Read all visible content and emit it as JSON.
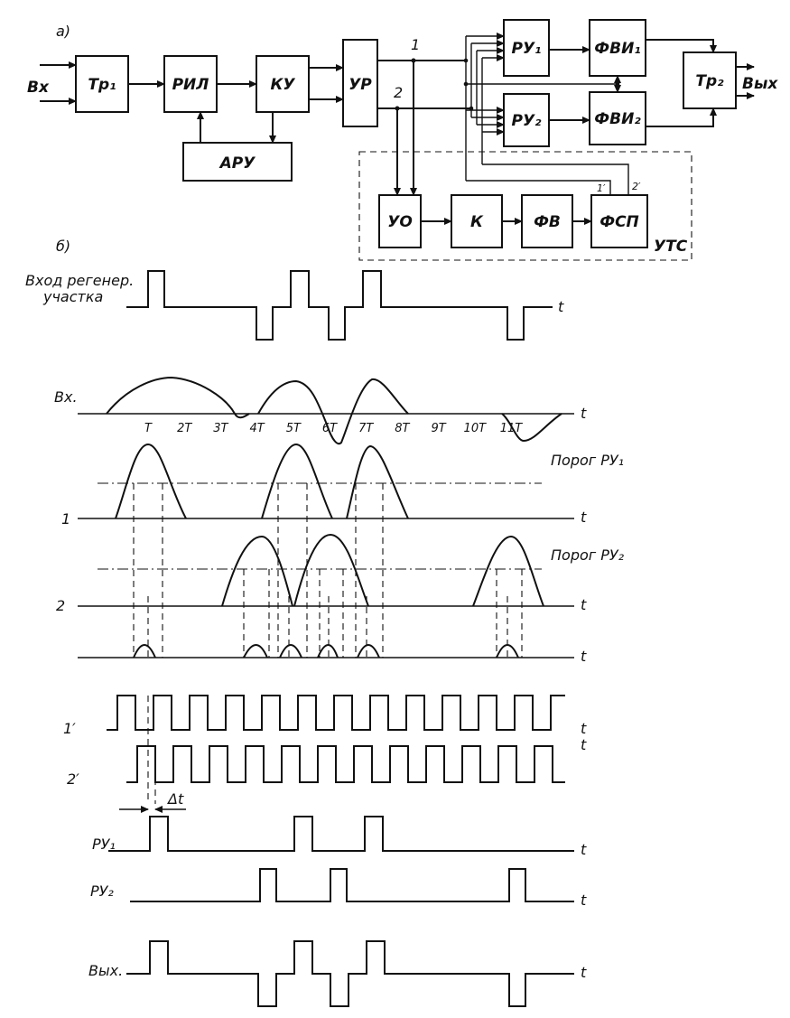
{
  "scheme": {
    "part_label": "а)",
    "input_label": "Вх",
    "output_label": "Вых",
    "blocks": {
      "tr1": "Тр₁",
      "ril": "РИЛ",
      "ku": "КУ",
      "aru": "АРУ",
      "ur": "УР",
      "ru1": "РУ₁",
      "ru2": "РУ₂",
      "fvi1": "ФВИ₁",
      "fvi2": "ФВИ₂",
      "tr2": "Тр₂",
      "uo": "УО",
      "k": "К",
      "fv": "ФВ",
      "fsp": "ФСП"
    },
    "uts_label": "УТС",
    "output_1": "1",
    "output_2": "2",
    "fsp_out_1": "1′",
    "fsp_out_2": "2′"
  },
  "timing": {
    "part_label": "б)",
    "input_label_line1": "Вход регенер.",
    "input_label_line2": "участка",
    "bx_label": "Вх.",
    "ticks": [
      "T",
      "2T",
      "3T",
      "4T",
      "5T",
      "6T",
      "7T",
      "8T",
      "9T",
      "10T",
      "11T"
    ],
    "row1_label": "1",
    "row2_label": "2",
    "threshold1": "Порог РУ₁",
    "threshold2": "Порог РУ₂",
    "clock1_label": "1′",
    "clock2_label": "2′",
    "delta_t": "Δt",
    "ru1_label": "РУ₁",
    "ru2_label": "РУ₂",
    "out_label": "Вых.",
    "t_axis": "t"
  }
}
